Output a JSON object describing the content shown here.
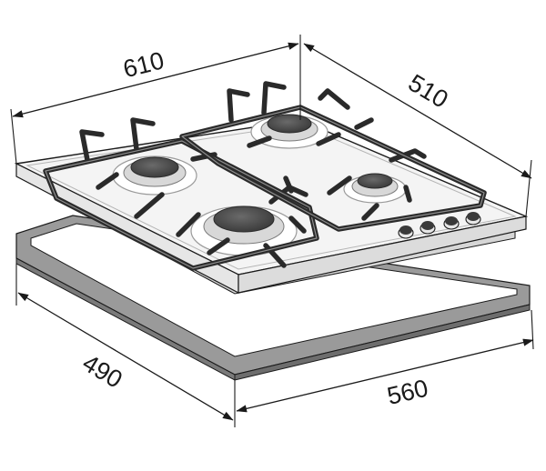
{
  "dimensions": {
    "top_width": "610",
    "top_depth": "510",
    "cutout_depth": "490",
    "cutout_width": "560"
  },
  "burners": [
    {
      "name": "rear-left-burner"
    },
    {
      "name": "rear-right-burner"
    },
    {
      "name": "front-left-burner"
    },
    {
      "name": "front-right-burner"
    }
  ],
  "control_knobs": 4,
  "colors": {
    "line": "#1a1a1a",
    "cutout_frame": "#9a9a9a",
    "burner_cap": "#505050",
    "grate": "#2a2a2a"
  }
}
